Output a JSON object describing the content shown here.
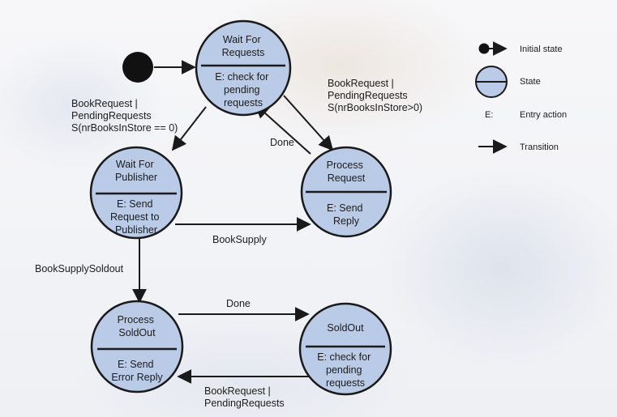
{
  "states": [
    {
      "id": "wait-for-requests",
      "name": [
        "Wait For",
        "Requests"
      ],
      "action": [
        "E: check for",
        "pending",
        "requests"
      ]
    },
    {
      "id": "wait-for-publisher",
      "name": [
        "Wait For",
        "Publisher"
      ],
      "action": [
        "E: Send",
        "Request to",
        "Publisher"
      ]
    },
    {
      "id": "process-request",
      "name": [
        "Process",
        "Request"
      ],
      "action": [
        "E: Send",
        "Reply"
      ]
    },
    {
      "id": "process-soldout",
      "name": [
        "Process",
        "SoldOut"
      ],
      "action": [
        "E: Send",
        "Error Reply"
      ]
    },
    {
      "id": "soldout",
      "name": [
        "SoldOut"
      ],
      "action": [
        "E: check for",
        "pending",
        "requests"
      ]
    }
  ],
  "transitions": [
    {
      "id": "bookrequest-nobooks",
      "lines": [
        "BookRequest |",
        "PendingRequests",
        "S(nrBooksInStore == 0)"
      ]
    },
    {
      "id": "bookrequest-books",
      "lines": [
        "BookRequest |",
        "PendingRequests",
        "S(nrBooksInStore>0)"
      ]
    },
    {
      "id": "done-request",
      "lines": [
        "Done"
      ]
    },
    {
      "id": "booksupply",
      "lines": [
        "BookSupply"
      ]
    },
    {
      "id": "booksupply-soldout",
      "lines": [
        "BookSupplySoldout"
      ]
    },
    {
      "id": "done-soldout",
      "lines": [
        "Done"
      ]
    },
    {
      "id": "bookrequest-soldout",
      "lines": [
        "BookRequest |",
        "PendingRequests"
      ]
    }
  ],
  "legend": {
    "initial": "Initial state",
    "state": "State",
    "entry_key": "E:",
    "entry": "Entry action",
    "transition": "Transition"
  },
  "colors": {
    "state_fill": "#b9cbe6",
    "stroke": "#1a1a1a",
    "text": "#1c1c1c"
  }
}
